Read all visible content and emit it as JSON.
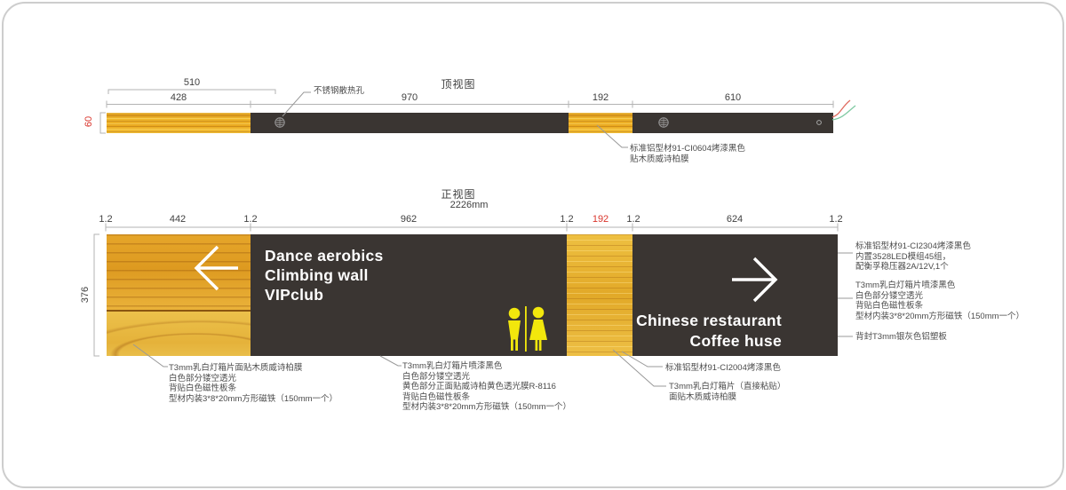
{
  "window": {
    "border_color": "#cdcdcd",
    "background": "#ffffff"
  },
  "colors": {
    "panel_dark": "#3a3532",
    "wood_yellow": "#e8ad2c",
    "pictogram_yellow": "#f2e70c",
    "dimension_red": "#d9352c",
    "dimension_text": "#3f3f3f",
    "leader_line": "#999999",
    "wire_red": "#e06a5f",
    "wire_green": "#7fc9a2"
  },
  "top_view": {
    "title": "顶视图",
    "dim_510": "510",
    "dim_428": "428",
    "dim_970": "970",
    "dim_192": "192",
    "dim_610": "610",
    "dim_height": "60",
    "callout_heat_hole": "不锈钢散热孔",
    "callout_profile": [
      "标准铝型材91-CI0604烤漆黑色",
      "贴木质威诗柏膜"
    ]
  },
  "front_view": {
    "title": "正视图",
    "dim_total": "2226mm",
    "dims": [
      "1.2",
      "442",
      "1.2",
      "962",
      "1.2",
      "192",
      "1.2",
      "624",
      "1.2"
    ],
    "dim_height": "376",
    "sign_left_lines": [
      "Dance aerobics",
      "Climbing wall",
      "VIPclub"
    ],
    "sign_right_lines": [
      "Chinese restaurant",
      "Coffee huse"
    ],
    "callout_right_profile": [
      "标准铝型材91-CI2304烤漆黑色",
      "内置3528LED模组45组，",
      "配衡孚稳压器2A/12V,1个"
    ],
    "callout_right_panel": [
      "T3mm乳白灯箱片喷漆黑色",
      "白色部分镂空透光",
      "背贴白色磁性板条",
      "型材内装3*8*20mm方形磁铁（150mm一个）"
    ],
    "callout_right_back": "背封T3mm银灰色铝塑板",
    "callout_bottom_left": [
      "T3mm乳白灯箱片面贴木质威诗柏膜",
      "白色部分镂空透光",
      "背贴白色磁性板条",
      "型材内装3*8*20mm方形磁铁（150mm一个）"
    ],
    "callout_bottom_mid": [
      "T3mm乳白灯箱片喷漆黑色",
      "白色部分镂空透光",
      "黄色部分正面贴威诗柏黄色透光膜R-8116",
      "背贴白色磁性板条",
      "型材内装3*8*20mm方形磁铁（150mm一个）"
    ],
    "callout_strip_profile": "标准铝型材91-CI2004烤漆黑色",
    "callout_strip_panel": [
      "T3mm乳白灯箱片（直接粘贴）",
      "面贴木质威诗柏膜"
    ]
  }
}
